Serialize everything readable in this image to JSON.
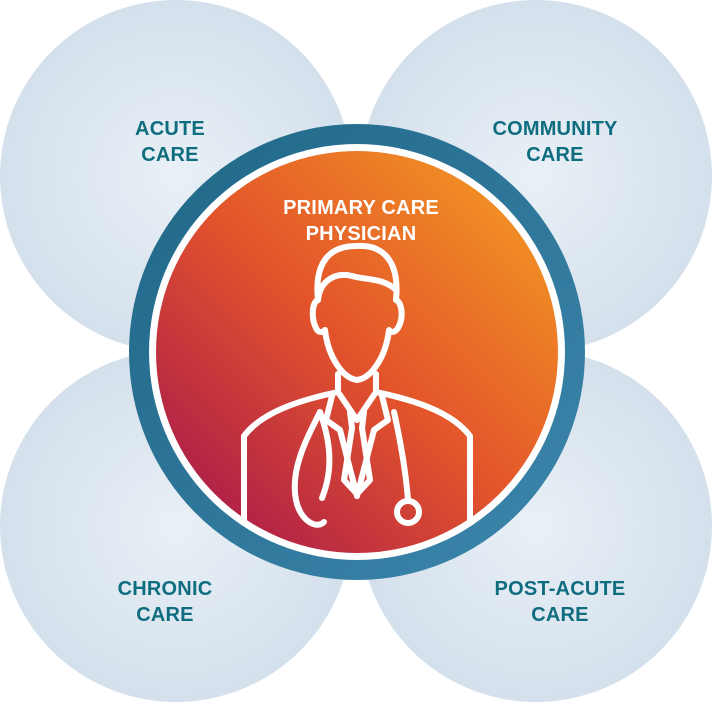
{
  "diagram": {
    "center_label": {
      "line1": "PRIMARY CARE",
      "line2": "PHYSICIAN"
    },
    "center_icon": "doctor-with-stethoscope-icon",
    "outer_labels": {
      "acute": {
        "line1": "ACUTE",
        "line2": "CARE"
      },
      "community": {
        "line1": "COMMUNITY",
        "line2": "CARE"
      },
      "chronic": {
        "line1": "CHRONIC",
        "line2": "CARE"
      },
      "post_acute": {
        "line1": "POST-ACUTE",
        "line2": "CARE"
      }
    },
    "colors": {
      "outer_circle_fill": "#c7d8e8",
      "ring": "#2b6f90",
      "gradient_start": "#f39b1f",
      "gradient_mid": "#e4542a",
      "gradient_end": "#a4124f",
      "label_text": "#0f6d80",
      "center_text": "#ffffff"
    }
  }
}
